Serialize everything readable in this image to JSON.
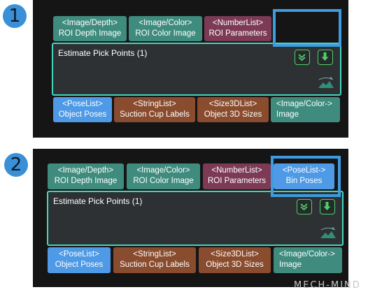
{
  "steps": [
    {
      "number": "1",
      "node_title": "Estimate Pick Points (1)",
      "top_ports": [
        {
          "type": "<Image/Depth>",
          "label": "ROI Depth Image",
          "color": "#3f8c7e"
        },
        {
          "type": "<Image/Color>",
          "label": "ROI Color Image",
          "color": "#3f8c7e"
        },
        {
          "type": "<NumberList>",
          "label": "ROI Parameters",
          "color": "#7c3a55"
        }
      ],
      "bottom_ports": [
        {
          "type": "<PoseList>",
          "label": "Object Poses",
          "color": "#4e9ae6"
        },
        {
          "type": "<StringList>",
          "label": "Suction Cup Labels",
          "color": "#8a4c2e"
        },
        {
          "type": "<Size3DList>",
          "label": "Object 3D Sizes",
          "color": "#8a4c2e"
        },
        {
          "type": "<Image/Color->",
          "label": "Image",
          "color": "#3f8c7e"
        }
      ]
    },
    {
      "number": "2",
      "node_title": "Estimate Pick Points (1)",
      "top_ports": [
        {
          "type": "<Image/Depth>",
          "label": "ROI Depth Image",
          "color": "#3f8c7e"
        },
        {
          "type": "<Image/Color>",
          "label": "ROI Color Image",
          "color": "#3f8c7e"
        },
        {
          "type": "<NumberList>",
          "label": "ROI Parameters",
          "color": "#7c3a55"
        },
        {
          "type": "<PoseList->",
          "label": "Bin Poses",
          "color": "#4e9ae6"
        }
      ],
      "bottom_ports": [
        {
          "type": "<PoseList>",
          "label": "Object Poses",
          "color": "#4e9ae6"
        },
        {
          "type": "<StringList>",
          "label": "Suction Cup Labels",
          "color": "#8a4c2e"
        },
        {
          "type": "<Size3DList>",
          "label": "Object 3D Sizes",
          "color": "#8a4c2e"
        },
        {
          "type": "<Image/Color->",
          "label": "Image",
          "color": "#3f8c7e"
        }
      ]
    }
  ],
  "icons": {
    "collapse": "collapse-chevron-icon",
    "output": "download-arrow-icon",
    "scene": "3d-scene-icon"
  },
  "colors": {
    "highlight": "#3d9be0",
    "node_border": "#44d6bd",
    "icon_accent": "#4fcf6a"
  },
  "watermark": "MECH-MIND"
}
